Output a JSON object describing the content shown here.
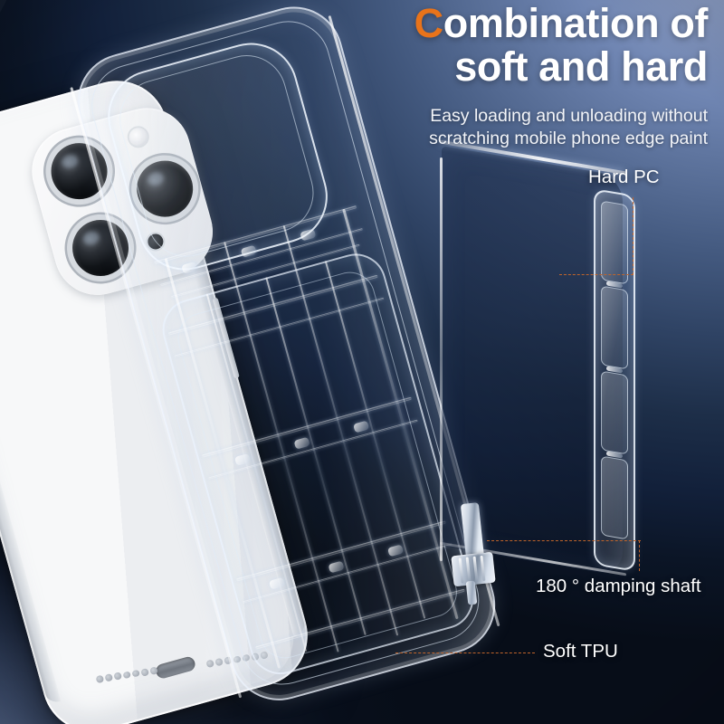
{
  "image": {
    "kind": "product-marketing-photo",
    "subject": "transparent phone case with hard PC back and soft TPU frame"
  },
  "background": {
    "dark_navy": "#070d18",
    "light_steel_blue": "#8396bf",
    "glow_top_right": "#97a9cd",
    "glow_bottom_left": "#8a9ec4"
  },
  "headline": {
    "accent_letter": "C",
    "line1_rest": "ombination of",
    "line2": "soft and hard",
    "accent_color": "#e8731a",
    "text_color": "#ffffff"
  },
  "subhead": {
    "line1": "Easy loading and unloading without",
    "line2": "scratching mobile phone edge paint"
  },
  "callouts": [
    {
      "id": "hard-pc",
      "label": "Hard PC"
    },
    {
      "id": "damping-shaft",
      "label": "180 °  damping shaft"
    },
    {
      "id": "soft-tpu",
      "label": "Soft TPU"
    }
  ],
  "leader_lines": {
    "color": "#c0642a",
    "style": "dashed"
  },
  "parts": {
    "phone": {
      "name": "white-iphone",
      "finish": "white titanium",
      "lens_count": 3
    },
    "tpu_case": {
      "name": "soft-tpu-case",
      "material": "TPU",
      "clarity": "transparent"
    },
    "pc_plate": {
      "name": "hard-pc-back-plate",
      "material": "PC",
      "clarity": "smoked transparent"
    },
    "hinge": {
      "name": "damping-shaft-hinge",
      "angle": "180 °"
    }
  }
}
